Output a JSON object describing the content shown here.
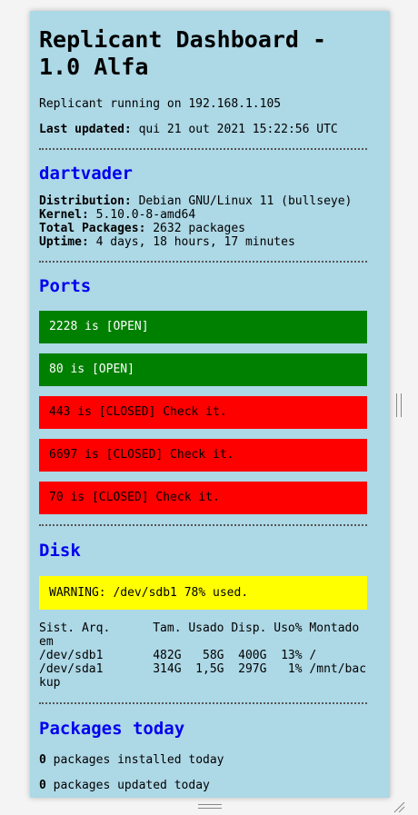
{
  "header": {
    "title_line1": "Replicant Dashboard -",
    "title_line2": "1.0 Alfa",
    "running_text": "Replicant running on 192.168.1.105",
    "last_updated_label": "Last updated:",
    "last_updated_value": "qui 21 out 2021 15:22:56 UTC"
  },
  "host": {
    "name": "dartvader",
    "distribution_label": "Distribution:",
    "distribution_value": "Debian GNU/Linux 11 (bullseye)",
    "kernel_label": "Kernel:",
    "kernel_value": "5.10.0-8-amd64",
    "packages_label": "Total Packages:",
    "packages_value": "2632 packages",
    "uptime_label": "Uptime:",
    "uptime_value": "4 days, 18 hours, 17 minutes"
  },
  "ports": {
    "title": "Ports",
    "items": [
      {
        "text": "2228 is [OPEN]",
        "status": "open"
      },
      {
        "text": "80 is [OPEN]",
        "status": "open"
      },
      {
        "text": "443 is [CLOSED] Check it.",
        "status": "closed"
      },
      {
        "text": "6697 is [CLOSED] Check it.",
        "status": "closed"
      },
      {
        "text": "70 is [CLOSED] Check it.",
        "status": "closed"
      }
    ]
  },
  "disk": {
    "title": "Disk",
    "warning": "WARNING: /dev/sdb1 78% used.",
    "df_output": "Sist. Arq.      Tam. Usado Disp. Uso% Montado em\n/dev/sdb1       482G   58G  400G  13% /\n/dev/sda1       314G  1,5G  297G   1% /mnt/backup"
  },
  "packages_today": {
    "title": "Packages today",
    "installed_count": "0",
    "installed_text": " packages installed today",
    "updated_count": "0",
    "updated_text": " packages updated today"
  },
  "colors": {
    "background": "#add8e6",
    "heading": "#0000ee",
    "open": "#008000",
    "closed": "#ff0000",
    "warning": "#ffff00"
  }
}
